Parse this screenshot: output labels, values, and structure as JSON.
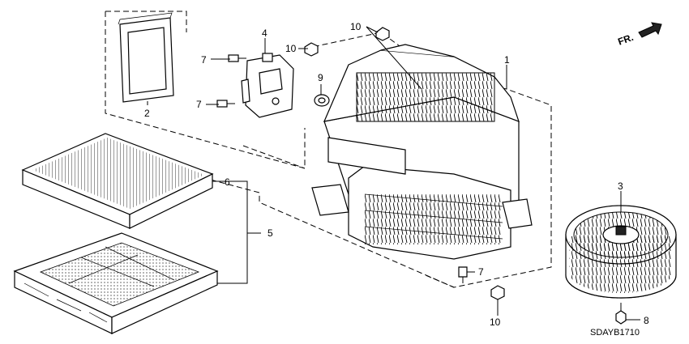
{
  "diagram": {
    "callouts": [
      "1",
      "2",
      "3",
      "4",
      "5",
      "6",
      "7",
      "7",
      "7",
      "8",
      "9",
      "10",
      "10",
      "10"
    ],
    "direction_label": "FR.",
    "diagram_code": "SDAYB1710"
  }
}
